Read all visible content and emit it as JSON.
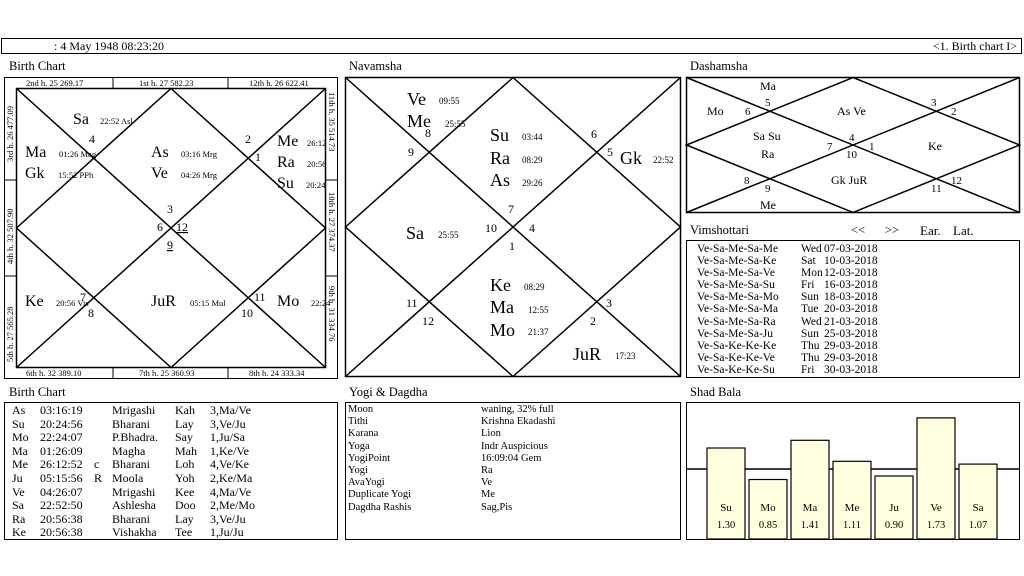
{
  "header": {
    "datetime": ":  4 May 1948  08:23:20",
    "nav_label": "<1. Birth chart I>"
  },
  "panels": {
    "birth_chart": "Birth Chart",
    "navamsha": "Navamsha",
    "dashamsha": "Dashamsha",
    "vimshottari": "Vimshottari",
    "birth_table": "Birth Chart",
    "yogi": "Yogi & Dagdha",
    "shadbala": "Shad Bala"
  },
  "birth_chart": {
    "top_labels": [
      "2nd h.  25  269.17",
      "1st h.  27  582.23",
      "12th h.  26  622.41"
    ],
    "bottom_labels": [
      "6th h.  32  389.10",
      "7th h.  25  360.93",
      "8th h.  24  333.34"
    ],
    "left_labels": [
      "3rd h.  26  477.09",
      "4th h.  32  507.90",
      "5th h.  27  565.28"
    ],
    "right_labels": [
      "11th h.  35  514.73",
      "10th h.  27  374.37",
      "9th h.  31  334.76"
    ],
    "signs": [
      "4",
      "2",
      "1",
      "3",
      "6",
      "12",
      "9",
      "7",
      "11",
      "10",
      "8"
    ],
    "planets": [
      {
        "p": "Sa",
        "d": "22:52  Asl"
      },
      {
        "p": "Ma",
        "d": "01:26  Mag"
      },
      {
        "p": "Gk",
        "d": "15:52  PPh"
      },
      {
        "p": "As",
        "d": "03:16  Mrg"
      },
      {
        "p": "Ve",
        "d": "04:26  Mrg"
      },
      {
        "p": "Me",
        "d": "26:12"
      },
      {
        "p": "Ra",
        "d": "20:56"
      },
      {
        "p": "Su",
        "d": "20:24"
      },
      {
        "p": "Ke",
        "d": "20:56  Vis"
      },
      {
        "p": "JuR",
        "d": "05:15  Mul"
      },
      {
        "p": "Mo",
        "d": "22:24"
      }
    ]
  },
  "navamsha": {
    "signs": [
      "8",
      "9",
      "6",
      "5",
      "7",
      "10",
      "4",
      "1",
      "11",
      "12",
      "3",
      "2"
    ],
    "planets": [
      {
        "p": "Ve",
        "d": "09:55"
      },
      {
        "p": "Me",
        "d": "25:55"
      },
      {
        "p": "Su",
        "d": "03:44"
      },
      {
        "p": "Ra",
        "d": "08:29"
      },
      {
        "p": "As",
        "d": "29:26"
      },
      {
        "p": "Gk",
        "d": "22:52"
      },
      {
        "p": "Sa",
        "d": "25:55"
      },
      {
        "p": "Ke",
        "d": "08:29"
      },
      {
        "p": "Ma",
        "d": "12:55"
      },
      {
        "p": "Mo",
        "d": "21:37"
      },
      {
        "p": "JuR",
        "d": "17:23"
      }
    ]
  },
  "dashamsha": {
    "signs": [
      "5",
      "6",
      "3",
      "2",
      "4",
      "7",
      "10",
      "1",
      "8",
      "9",
      "11",
      "12"
    ],
    "planets": [
      "Ma",
      "Mo",
      "As Ve",
      "Sa Su",
      "Ra",
      "Ke",
      "Gk JuR",
      "Me"
    ]
  },
  "vimshottari": {
    "nav": [
      "<<",
      ">>",
      "Ear.",
      "Lat."
    ],
    "rows": [
      {
        "seq": "Ve-Sa-Me-Sa-Me",
        "day": "Wed",
        "date": "07-03-2018"
      },
      {
        "seq": "Ve-Sa-Me-Sa-Ke",
        "day": "Sat",
        "date": "10-03-2018"
      },
      {
        "seq": "Ve-Sa-Me-Sa-Ve",
        "day": "Mon",
        "date": "12-03-2018"
      },
      {
        "seq": "Ve-Sa-Me-Sa-Su",
        "day": "Fri",
        "date": "16-03-2018"
      },
      {
        "seq": "Ve-Sa-Me-Sa-Mo",
        "day": "Sun",
        "date": "18-03-2018"
      },
      {
        "seq": "Ve-Sa-Me-Sa-Ma",
        "day": "Tue",
        "date": "20-03-2018"
      },
      {
        "seq": "Ve-Sa-Me-Sa-Ra",
        "day": "Wed",
        "date": "21-03-2018"
      },
      {
        "seq": "Ve-Sa-Me-Sa-Ju",
        "day": "Sun",
        "date": "25-03-2018"
      },
      {
        "seq": "Ve-Sa-Ke-Ke-Ke",
        "day": "Thu",
        "date": "29-03-2018"
      },
      {
        "seq": "Ve-Sa-Ke-Ke-Ve",
        "day": "Thu",
        "date": "29-03-2018"
      },
      {
        "seq": "Ve-Sa-Ke-Ke-Su",
        "day": "Fri",
        "date": "30-03-2018"
      }
    ]
  },
  "birth_table": [
    {
      "p": "As",
      "deg": "03:16:19",
      "flag": "",
      "nak": "Mrigashi",
      "pada": "Kah",
      "lord": "3,Ma/Ve"
    },
    {
      "p": "Su",
      "deg": "20:24:56",
      "flag": "",
      "nak": "Bharani",
      "pada": "Lay",
      "lord": "3,Ve/Ju"
    },
    {
      "p": "Mo",
      "deg": "22:24:07",
      "flag": "",
      "nak": "P.Bhadra.",
      "pada": "Say",
      "lord": "1,Ju/Sa"
    },
    {
      "p": "Ma",
      "deg": "01:26:09",
      "flag": "",
      "nak": "Magha",
      "pada": "Mah",
      "lord": "1,Ke/Ve"
    },
    {
      "p": "Me",
      "deg": "26:12:52",
      "flag": "c",
      "nak": "Bharani",
      "pada": "Loh",
      "lord": "4,Ve/Ke"
    },
    {
      "p": "Ju",
      "deg": "05:15:56",
      "flag": "R",
      "nak": "Moola",
      "pada": "Yoh",
      "lord": "2,Ke/Ma"
    },
    {
      "p": "Ve",
      "deg": "04:26:07",
      "flag": "",
      "nak": "Mrigashi",
      "pada": "Kee",
      "lord": "4,Ma/Ve"
    },
    {
      "p": "Sa",
      "deg": "22:52:50",
      "flag": "",
      "nak": "Ashlesha",
      "pada": "Doo",
      "lord": "2,Me/Mo"
    },
    {
      "p": "Ra",
      "deg": "20:56:38",
      "flag": "",
      "nak": "Bharani",
      "pada": "Lay",
      "lord": "3,Ve/Ju"
    },
    {
      "p": "Ke",
      "deg": "20:56:38",
      "flag": "",
      "nak": "Vishakha",
      "pada": "Tee",
      "lord": "1,Ju/Ju"
    }
  ],
  "yogi": [
    {
      "k": "Moon",
      "v": "waning, 32% full"
    },
    {
      "k": "Tithi",
      "v": "Krishna  Ekadashi"
    },
    {
      "k": "Karana",
      "v": "Lion"
    },
    {
      "k": "Yoga",
      "v": "Indr Auspicious"
    },
    {
      "k": "YogiPoint",
      "v": "16:09:04 Gem"
    },
    {
      "k": "Yogi",
      "v": "Ra"
    },
    {
      "k": "AvaYogi",
      "v": "Ve"
    },
    {
      "k": "Duplicate Yogi",
      "v": "Me"
    },
    {
      "k": "Dagdha Rashis",
      "v": "Sag,Pis"
    }
  ],
  "chart_data": {
    "type": "bar",
    "categories": [
      "Su",
      "Mo",
      "Ma",
      "Me",
      "Ju",
      "Ve",
      "Sa"
    ],
    "values": [
      1.3,
      0.85,
      1.41,
      1.11,
      0.9,
      1.73,
      1.07
    ],
    "value_labels": [
      "1.30",
      "0.85",
      "1.41",
      "1.11",
      "0.90",
      "1.73",
      "1.07"
    ],
    "reference_line": 1.0,
    "bar_color": "#ffffe0",
    "title": "",
    "xlabel": "",
    "ylabel": "",
    "grid": false
  }
}
